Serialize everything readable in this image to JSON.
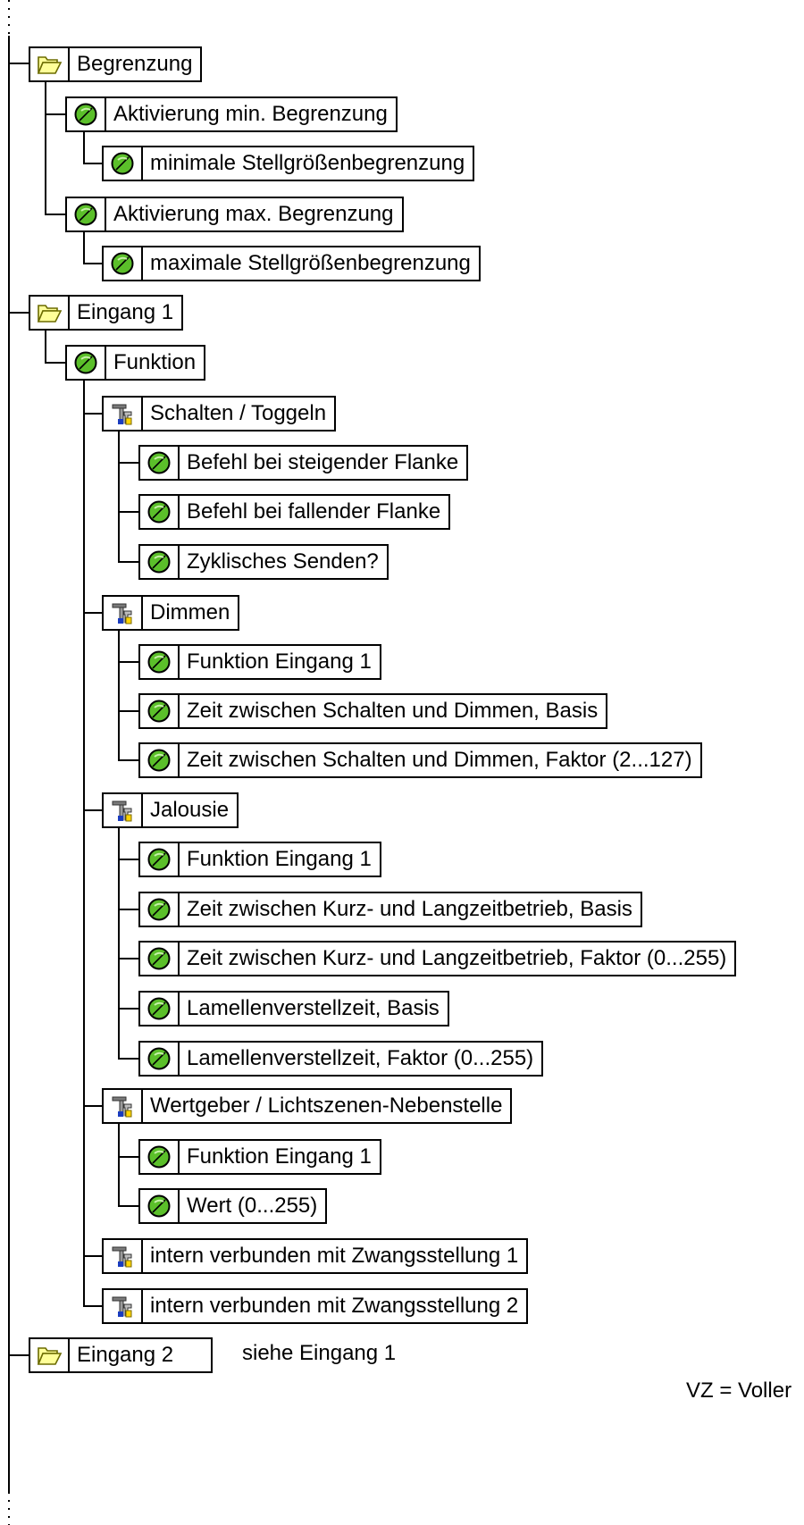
{
  "tree": {
    "begrenzung": {
      "label": "Begrenzung",
      "act_min": "Aktivierung min. Begrenzung",
      "min_limit": "minimale Stellgrößenbegrenzung",
      "act_max": "Aktivierung max. Begrenzung",
      "max_limit": "maximale Stellgrößenbegrenzung"
    },
    "eingang1": {
      "label": "Eingang 1",
      "funktion": "Funktion",
      "schalten": {
        "label": "Schalten / Toggeln",
        "items": [
          "Befehl bei steigender Flanke",
          "Befehl bei fallender Flanke",
          "Zyklisches Senden?"
        ]
      },
      "dimmen": {
        "label": "Dimmen",
        "items": [
          "Funktion Eingang 1",
          "Zeit zwischen Schalten und Dimmen, Basis",
          "Zeit zwischen Schalten und Dimmen, Faktor (2...127)"
        ]
      },
      "jalousie": {
        "label": "Jalousie",
        "items": [
          "Funktion Eingang 1",
          "Zeit zwischen Kurz- und Langzeitbetrieb, Basis",
          "Zeit zwischen Kurz- und Langzeitbetrieb, Faktor (0...255)",
          "Lamellenverstellzeit, Basis",
          "Lamellenverstellzeit, Faktor (0...255)"
        ]
      },
      "wertgeber": {
        "label": "Wertgeber / Lichtszenen-Nebenstelle",
        "items": [
          "Funktion Eingang 1",
          "Wert (0...255)"
        ]
      },
      "zwang1": "intern verbunden mit Zwangsstellung 1",
      "zwang2": "intern verbunden mit Zwangsstellung 2"
    },
    "eingang2": {
      "label": "Eingang 2",
      "note": "siehe Eingang 1"
    }
  },
  "legend": "VZ = Voller",
  "colors": {
    "leaf_green": "#5bbf2a",
    "folder_yellow": "#ffff99",
    "line": "#000000"
  },
  "icons": {
    "folder": "folder-icon",
    "parameter": "parameter-icon",
    "tool": "tool-icon"
  }
}
